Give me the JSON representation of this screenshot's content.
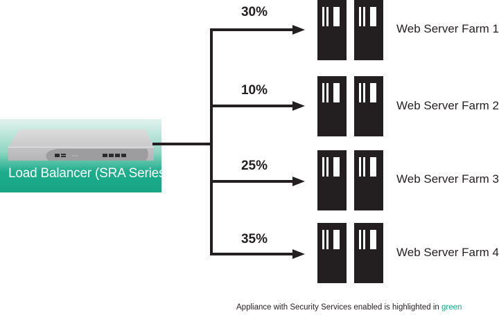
{
  "load_balancer": {
    "label": "Load Balancer (SRA Series)",
    "highlight_color": "#1dac8b",
    "icon": "network-appliance-icon"
  },
  "distribution": [
    {
      "percent": "30%",
      "farm": "Web Server Farm 1"
    },
    {
      "percent": "10%",
      "farm": "Web Server Farm 2"
    },
    {
      "percent": "25%",
      "farm": "Web Server Farm 3"
    },
    {
      "percent": "35%",
      "farm": "Web Server Farm 4"
    }
  ],
  "server_icon": "server-tower-icon",
  "servers_per_farm": 2,
  "footnote": {
    "text": "Appliance with Security Services enabled is highlighted in",
    "highlight_word": "green",
    "highlight_color": "#13a981"
  },
  "colors": {
    "line": "#231f20",
    "server": "#231f20"
  }
}
